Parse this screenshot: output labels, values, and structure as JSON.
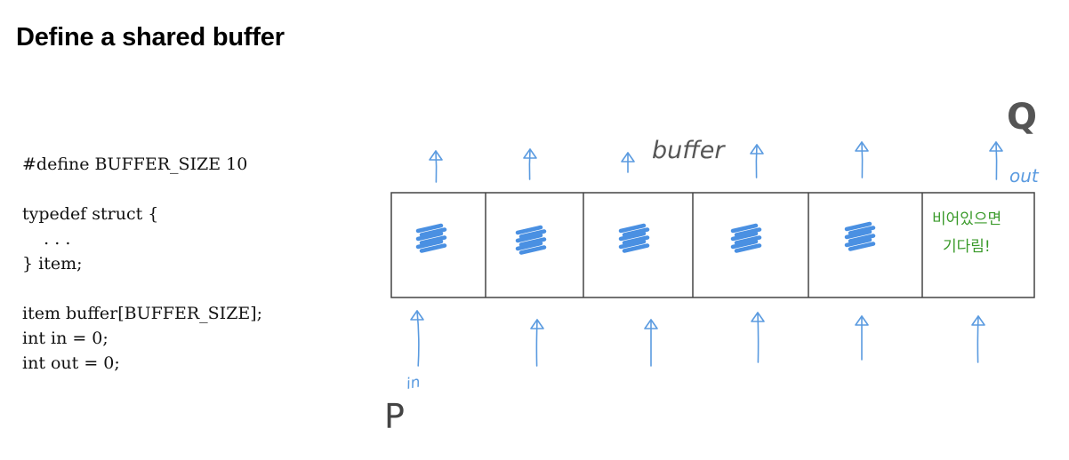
{
  "slide": {
    "title": "Define a shared buffer"
  },
  "code": {
    "lines": [
      "#define BUFFER_SIZE 10",
      "",
      "typedef struct {",
      "    . . .",
      "} item;",
      "",
      "item buffer[BUFFER_SIZE];",
      "int in = 0;",
      "int out = 0;"
    ]
  },
  "diagram": {
    "buffer_label": "buffer",
    "consumer_label": "Q",
    "producer_label": "P",
    "out_label": "out",
    "in_label": "in",
    "note_line1": "비어있으면",
    "note_line2": "기다림!",
    "cells": [
      {
        "state": "filled"
      },
      {
        "state": "filled"
      },
      {
        "state": "filled"
      },
      {
        "state": "filled"
      },
      {
        "state": "filled"
      },
      {
        "state": "empty"
      }
    ]
  },
  "colors": {
    "ink_blue": "#5b9be0",
    "ink_blue_fill": "#4a90e2",
    "ink_green": "#3a9a2a",
    "ink_gray": "#555555",
    "box_stroke": "#444444"
  }
}
